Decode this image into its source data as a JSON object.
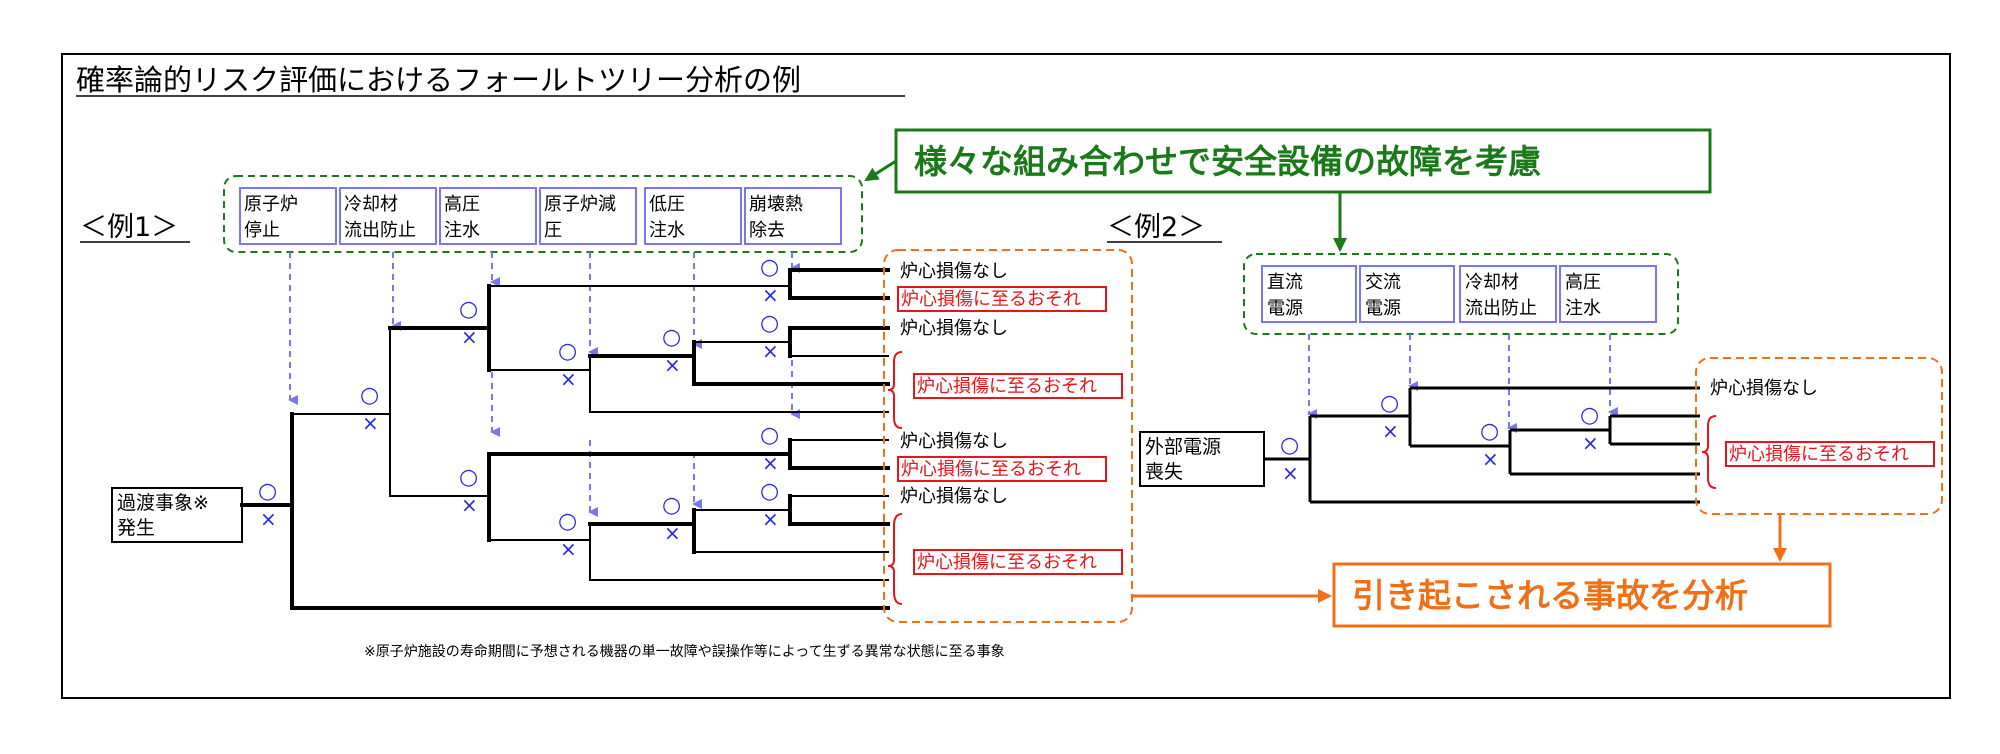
{
  "title": "確率論的リスク評価におけるフォールトツリー分析の例",
  "example1_label": "＜例1＞",
  "example2_label": "＜例2＞",
  "callout_green": "様々な組み合わせで安全設備の故障を考慮",
  "callout_orange": "引き起こされる事故を分析",
  "footnote": "※原子炉施設の寿命期間に予想される機器の単一故障や誤操作等によって生ずる異常な状態に至る事象",
  "success_symbol": "○",
  "failure_symbol": "×",
  "example1": {
    "initiator": [
      "過渡事象※",
      "発生"
    ],
    "headers": [
      [
        "原子炉",
        "停止"
      ],
      [
        "冷却材",
        "流出防止"
      ],
      [
        "高圧",
        "注水"
      ],
      [
        "原子炉減",
        "圧"
      ],
      [
        "低圧",
        "注水"
      ],
      [
        "崩壊熱",
        "除去"
      ]
    ],
    "outcomes": [
      "炉心損傷なし",
      "炉心損傷に至るおそれ",
      "炉心損傷なし",
      "炉心損傷に至るおそれ",
      "炉心損傷なし",
      "炉心損傷に至るおそれ",
      "炉心損傷なし",
      "炉心損傷に至るおそれ"
    ]
  },
  "example2": {
    "initiator": [
      "外部電源",
      "喪失"
    ],
    "headers": [
      [
        "直流",
        "電源"
      ],
      [
        "交流",
        "電源"
      ],
      [
        "冷却材",
        "流出防止"
      ],
      [
        "高圧",
        "注水"
      ]
    ],
    "outcomes": [
      "炉心損傷なし",
      "炉心損傷に至るおそれ"
    ]
  },
  "colors": {
    "green": "#1a7a1a",
    "orange": "#f07018",
    "red": "#e8141c",
    "blue": "#2a2ad8",
    "header_border": "#7777ee",
    "dashed_arrow": "#7777ee"
  }
}
